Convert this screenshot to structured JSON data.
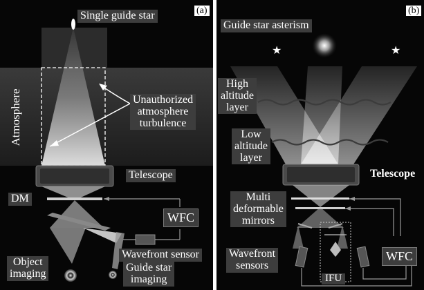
{
  "panel_a": {
    "tag": "(a)",
    "title": "Single guide star",
    "atmosphere": "Atmosphere",
    "turbulence_lines": [
      "Unauthorized",
      "atmosphere",
      "turbulence"
    ],
    "telescope": "Telescope",
    "dm": "DM",
    "wfc": "WFC",
    "wavefront_sensor": "Wavefront sensor",
    "object_imaging_lines": [
      "Object",
      "imaging"
    ],
    "guide_star_imaging_lines": [
      "Guide star",
      "imaging"
    ]
  },
  "panel_b": {
    "tag": "(b)",
    "title": "Guide star asterism",
    "high_layer_lines": [
      "High",
      "altitude",
      "layer"
    ],
    "low_layer_lines": [
      "Low",
      "altitude",
      "layer"
    ],
    "telescope": "Telescope",
    "multi_dm_lines": [
      "Multi",
      "deformable",
      "mirrors"
    ],
    "wavefront_sensors_lines": [
      "Wavefront",
      "sensors"
    ],
    "ifu": "IFU",
    "wfc": "WFC"
  },
  "colors": {
    "background": "#060606",
    "label_box": "#3d3d3d",
    "beam": "#e6e6e6",
    "line": "#9a9a9a"
  }
}
